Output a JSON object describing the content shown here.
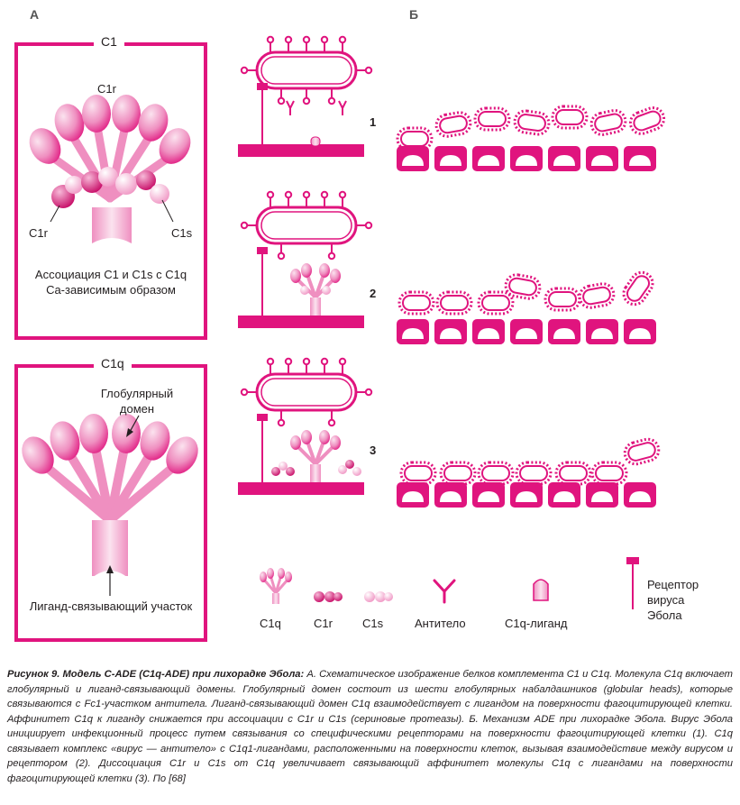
{
  "panel_a": {
    "letter": "А",
    "frame1_title": "C1",
    "label_c1r_top": "C1r",
    "label_c1r_left": "C1r",
    "label_c1s": "C1s",
    "association_text": "Ассоциация C1 и C1s с C1q Ca-зависимым образом",
    "frame2_title": "C1q",
    "globular_label": "Глобулярный домен",
    "ligand_site_label": "Лиганд-связывающий участок"
  },
  "panel_b": {
    "letter": "Б",
    "steps": [
      "1",
      "2",
      "3"
    ]
  },
  "legend": {
    "c1q": "C1q",
    "c1r": "C1r",
    "c1s": "C1s",
    "antibody": "Антитело",
    "ligand": "C1q-лиганд",
    "receptor": "Рецептор вируса Эбола"
  },
  "caption": {
    "lead": "Рисунок 9.  Модель C-ADE (C1q-ADE) при лихорадке Эбола:",
    "body": "А. Схематическое изображение белков комплемента C1 и C1q. Молекула C1q включает глобулярный и лиганд-связывающий домены. Глобулярный домен состоит из шести глобулярных набалдашников (globular heads), которые связываются с Fc1-участком антитела. Лиганд-связывающий домен C1q взаимодействует с лигандом на поверхности фагоцитирующей клетки. Аффинитет C1q к лиганду снижается при ассоциации с C1r и C1s (сериновые протеазы). Б. Механизм ADE при лихорадке Эбола. Вирус Эбола инициирует инфекционный процесс путем связывания со специфическими рецепторами на поверхности фагоцитирующей клетки (1). C1q связывает комплекс «вирус — антитело» с C1q1-лигандами, расположенными на поверхности клеток, вызывая взаимодействие между вирусом и рецептором (2). Диссоциация C1r и C1s от C1q увеличивает связывающий аффинитет молекулы C1q с лигандами на поверхности фагоцитирующей клетки (3). По [68]"
  },
  "colors": {
    "magenta": "#e0147e",
    "pink": "#ef8fc0",
    "light_pink": "#f6c6de"
  }
}
